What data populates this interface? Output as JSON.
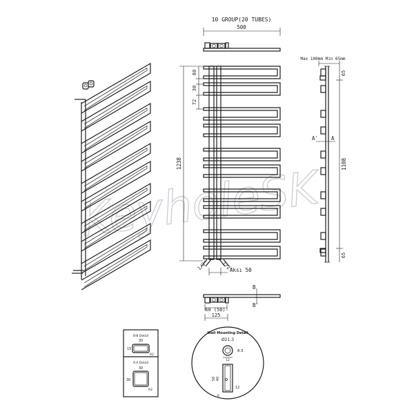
{
  "title": "10 GROUP(20 TUBES)",
  "dims": {
    "width_top": "500",
    "height_total": "1238",
    "height_inner": "1108",
    "top_gap": "65",
    "bottom_gap": "65",
    "d80": "80",
    "d30": "30",
    "d72": "72",
    "mount_depth": "Max 100mm Min 65mm",
    "aks": "Aksı 50",
    "half_left": "1/2\"",
    "half_right": "1/2\"",
    "plan_60_50": "60 (50)",
    "plan_125": "125"
  },
  "section_labels": {
    "a_prime": "A'",
    "a": "A",
    "b": "B",
    "b_prime": "B'"
  },
  "details": {
    "bb_title": "B-B Detail",
    "bb_w": "30",
    "bb_h": "15",
    "bb_r": "R2",
    "aa_title": "A-A Detail",
    "aa_w": "30",
    "aa_h": "30",
    "aa_r": "R2"
  },
  "wall_mount": {
    "title": "Wall Mounting Detail",
    "dia": "Ø21.3",
    "d85": "8.5",
    "d12_top": "12",
    "d50": "50",
    "d40": "40",
    "d12_side": "12",
    "d6": "6"
  },
  "watermark": "KeyholeSK",
  "colors": {
    "line": "#1a1a1a",
    "watermark": "#c8ccd4"
  }
}
